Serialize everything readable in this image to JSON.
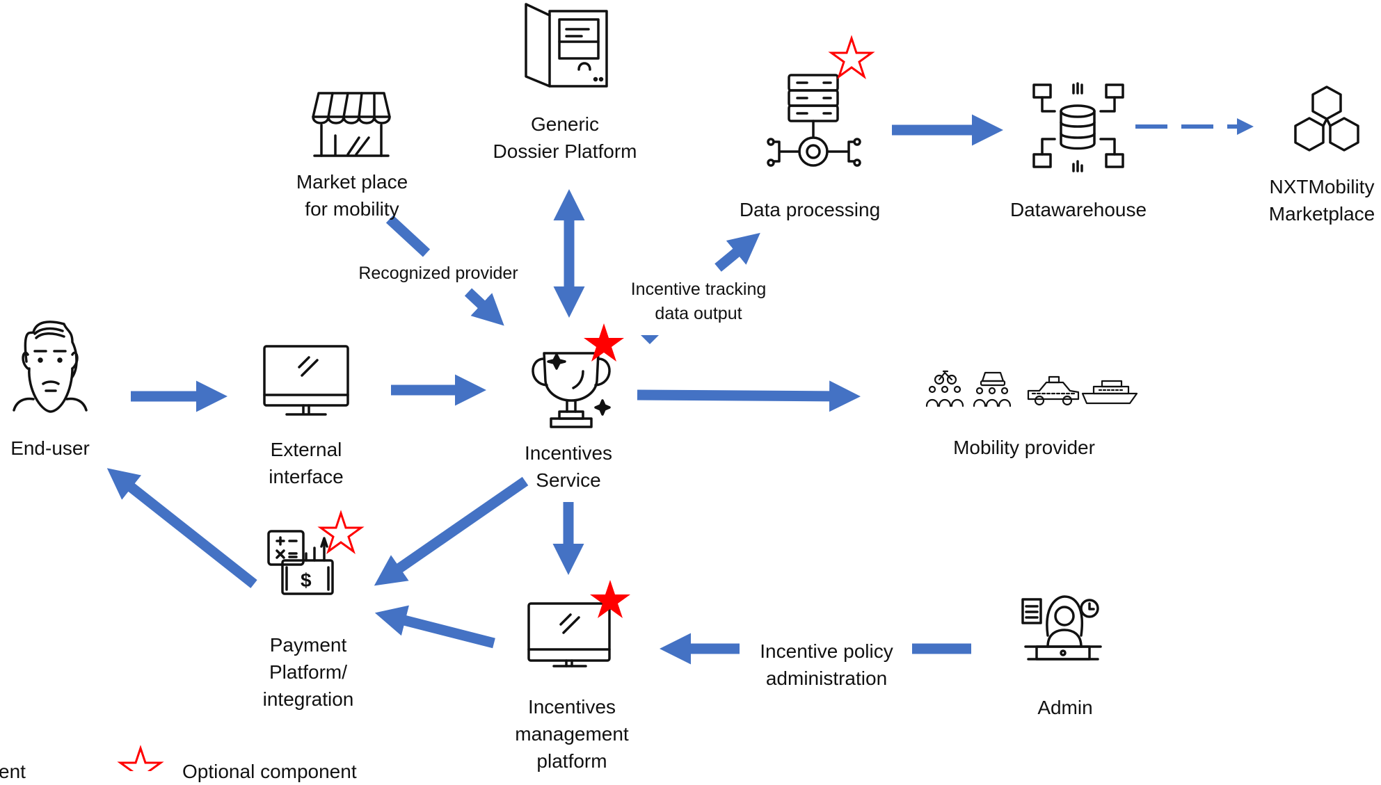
{
  "colors": {
    "arrow": "#4472C4",
    "required_star": "#FF0000",
    "optional_star_outline": "#FF0000",
    "icon": "#111111"
  },
  "nodes": {
    "end_user": {
      "label": "End-user",
      "icon": "bearded-man-icon"
    },
    "external_interface": {
      "label_line1": "External",
      "label_line2": "interface",
      "icon": "monitor-icon"
    },
    "market_place": {
      "label_line1": "Market place",
      "label_line2": "for mobility",
      "icon": "storefront-icon"
    },
    "generic_dossier": {
      "label_line1": "Generic",
      "label_line2": "Dossier Platform",
      "icon": "folder-document-icon"
    },
    "data_processing": {
      "label": "Data processing",
      "icon": "server-gear-icon",
      "star": "optional"
    },
    "datawarehouse": {
      "label": "Datawarehouse",
      "icon": "database-network-icon"
    },
    "nxtmobility": {
      "label_line1": "NXTMobility",
      "label_line2": "Marketplace",
      "icon": "hexagon-cluster-icon"
    },
    "incentives_service": {
      "label_line1": "Incentives",
      "label_line2": "Service",
      "icon": "trophy-icon",
      "star": "required"
    },
    "mobility_provider": {
      "label": "Mobility provider",
      "icons": [
        "bike-crowd-icon",
        "car-crowd-icon",
        "taxi-icon",
        "ship-icon"
      ]
    },
    "payment_platform": {
      "label_line1": "Payment",
      "label_line2": "Platform/",
      "label_line3": "integration",
      "icon": "calculator-money-icon",
      "star": "optional"
    },
    "incentives_management": {
      "label_line1": "Incentives",
      "label_line2": "management",
      "label_line3": "platform",
      "icon": "monitor-icon",
      "star": "required"
    },
    "admin": {
      "label": "Admin",
      "icon": "admin-woman-desk-icon"
    }
  },
  "edge_labels": {
    "recognized_provider": "Recognized provider",
    "incentive_tracking_line1": "Incentive tracking",
    "incentive_tracking_line2": "data output",
    "incentive_policy_line1": "Incentive policy",
    "incentive_policy_line2": "administration"
  },
  "legend": {
    "required_label": "ent",
    "optional_label": "Optional component"
  }
}
